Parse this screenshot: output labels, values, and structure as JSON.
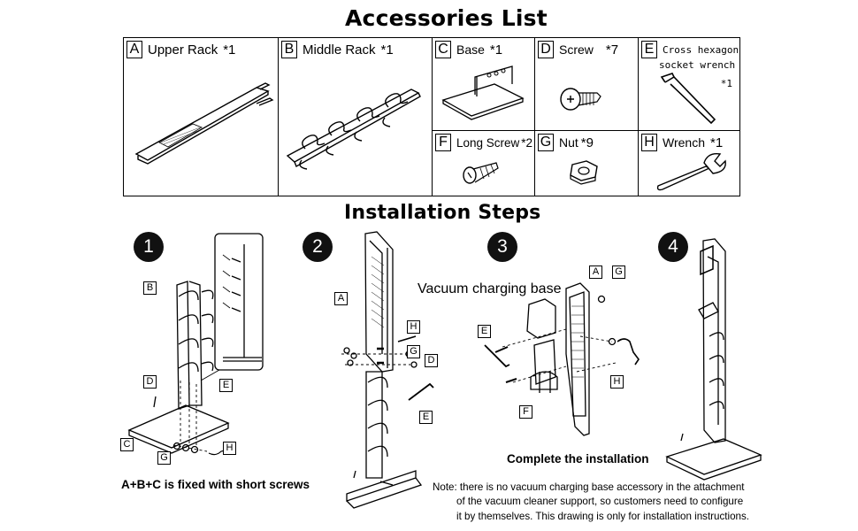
{
  "accessories_title": "Accessories List",
  "installation_title": "Installation Steps",
  "items": [
    {
      "letter": "A",
      "name": "Upper Rack",
      "qty": "*1"
    },
    {
      "letter": "B",
      "name": "Middle Rack",
      "qty": "*1"
    },
    {
      "letter": "C",
      "name": "Base",
      "qty": "*1"
    },
    {
      "letter": "D",
      "name": "Screw",
      "qty": "*7"
    },
    {
      "letter": "E",
      "name_line1": "Cross hexagon",
      "name_line2": "socket wrench",
      "qty": "*1"
    },
    {
      "letter": "F",
      "name": "Long Screw",
      "qty": "*2"
    },
    {
      "letter": "G",
      "name": "Nut",
      "qty": "*9"
    },
    {
      "letter": "H",
      "name": "Wrench",
      "qty": "*1"
    }
  ],
  "steps": [
    "1",
    "2",
    "3",
    "4"
  ],
  "labels": {
    "a": "A",
    "b": "B",
    "c": "C",
    "d": "D",
    "e": "E",
    "f": "F",
    "g": "G",
    "h": "H"
  },
  "step3_label": "Vacuum charging base",
  "caption_step1": "A+B+C is fixed with short screws",
  "caption_complete": "Complete the installation",
  "note": {
    "line1": "Note: there is no vacuum charging base accessory in the attachment",
    "line2": "of the vacuum cleaner support, so customers need to configure",
    "line3": "it by themselves.  This drawing is only for installation instructions."
  }
}
